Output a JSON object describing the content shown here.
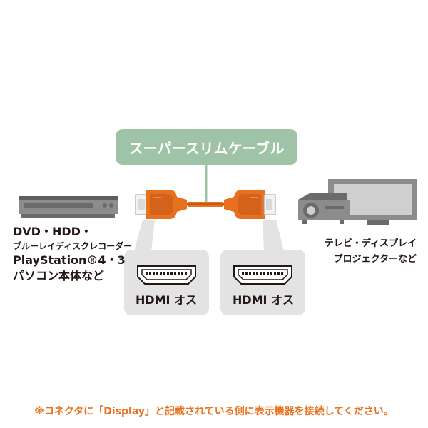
{
  "title": "スーパースリムケーブル",
  "left_devices": {
    "line1": "DVD・HDD・",
    "line2": "ブルーレイディスクレコーダー",
    "line3": "PlayStation®4・3",
    "line4": "パソコン本体など"
  },
  "right_devices": {
    "line1": "テレビ・ディスプレイ",
    "line2": "プロジェクターなど"
  },
  "connector_left_label": "HDMI オス",
  "connector_right_label": "HDMI オス",
  "footnote": "※コネクタに「Display」と記載されている側に表示機器を接続してください。",
  "colors": {
    "title_box": "#9fc3a6",
    "cable_orange": "#e8711f",
    "note_orange": "#e8711f",
    "callout_gray": "#e3e3e3",
    "device_gray": "#8c8c8c"
  }
}
